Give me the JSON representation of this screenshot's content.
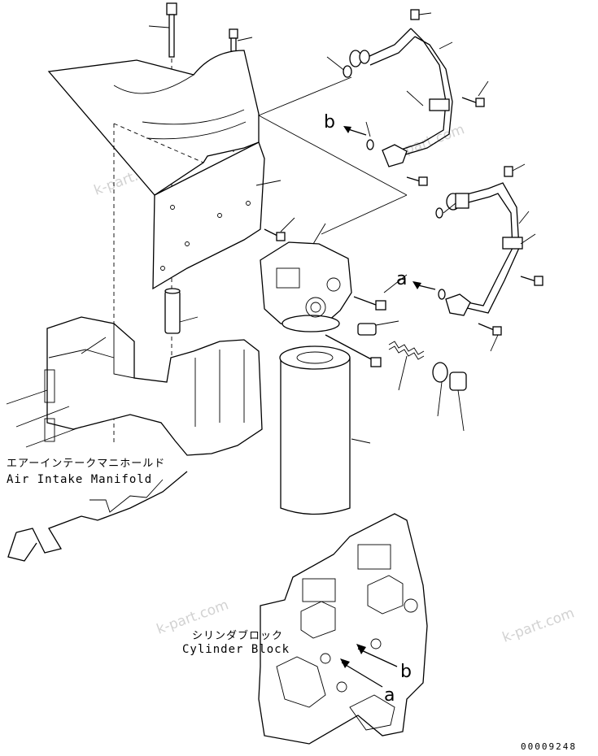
{
  "labels": {
    "air_intake_jp": "エアーインテークマニホールド",
    "air_intake_en": "Air Intake Manifold",
    "cylinder_block_jp": "シリンダブロック",
    "cylinder_block_en": "Cylinder Block"
  },
  "refs": {
    "a_upper": "a",
    "b_upper": "b",
    "a_lower": "a",
    "b_lower": "b"
  },
  "watermarks": [
    "k-part.com",
    "k-part.com",
    "k-part.com",
    "k-part.com"
  ],
  "drawing_number": "00009248"
}
